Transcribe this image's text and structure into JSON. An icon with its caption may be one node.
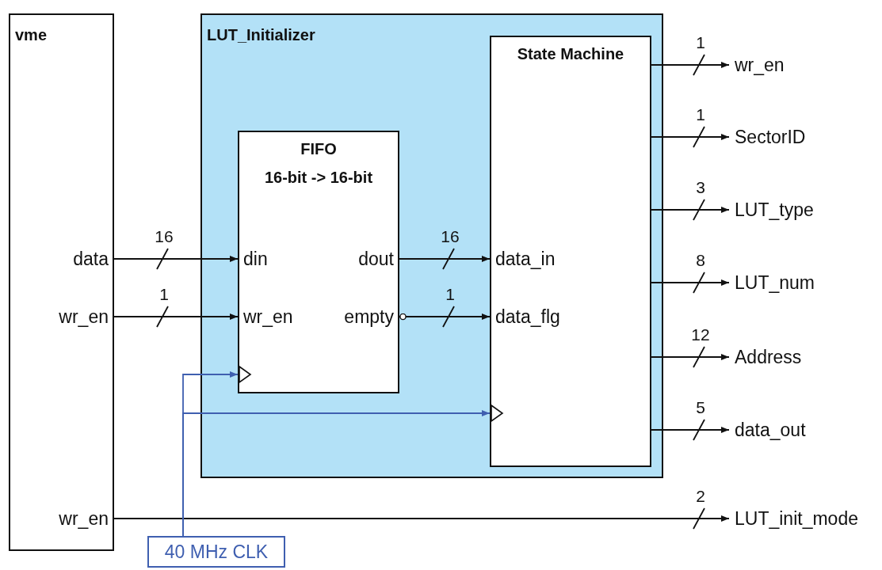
{
  "diagram": {
    "nodes": [
      {
        "text": [
          "vme"
        ]
      },
      {
        "text": [
          "data"
        ],
        "in": 0
      },
      {
        "text": [
          "wr_en"
        ],
        "in": 0
      },
      {
        "text": [
          "wr_en"
        ],
        "in": 0
      },
      {
        "text": [
          "LUT_Initializer"
        ]
      },
      {
        "text": [
          "FIFO",
          "16-bit -> 16-bit"
        ],
        "in": 4
      },
      {
        "text": [
          "din"
        ],
        "in": 5
      },
      {
        "text": [
          "wr_en"
        ],
        "in": 5
      },
      {
        "text": [
          "dout"
        ],
        "in": 5
      },
      {
        "text": [
          "empty"
        ],
        "in": 5
      },
      {
        "text": [
          "State Machine"
        ],
        "in": 4
      },
      {
        "text": [
          "data_in"
        ],
        "in": 10
      },
      {
        "text": [
          "data_flg"
        ],
        "in": 10
      },
      {
        "text": [
          "wr_en"
        ]
      },
      {
        "text": [
          "SectorID"
        ]
      },
      {
        "text": [
          "LUT_type"
        ]
      },
      {
        "text": [
          "LUT_num"
        ]
      },
      {
        "text": [
          "Address"
        ]
      },
      {
        "text": [
          "data_out"
        ]
      },
      {
        "text": [
          "LUT_init_mode"
        ]
      },
      {
        "text": [
          "40 MHz CLK"
        ]
      }
    ],
    "edges": [
      {
        "from": 1,
        "to": 6,
        "arrow": "to",
        "label": "16"
      },
      {
        "from": 2,
        "to": 7,
        "arrow": "to",
        "label": "1"
      },
      {
        "from": 8,
        "to": 11,
        "arrow": "to",
        "label": "16"
      },
      {
        "from": 9,
        "to": 12,
        "arrow": "to",
        "label": "1"
      },
      {
        "from": 10,
        "to": 13,
        "arrow": "to",
        "label": "1"
      },
      {
        "from": 10,
        "to": 14,
        "arrow": "to",
        "label": "1"
      },
      {
        "from": 10,
        "to": 15,
        "arrow": "to",
        "label": "3"
      },
      {
        "from": 10,
        "to": 16,
        "arrow": "to",
        "label": "8"
      },
      {
        "from": 10,
        "to": 17,
        "arrow": "to",
        "label": "12"
      },
      {
        "from": 10,
        "to": 18,
        "arrow": "to",
        "label": "5"
      },
      {
        "from": 3,
        "to": 19,
        "arrow": "to",
        "label": "2"
      },
      {
        "from": 20,
        "to": 5,
        "arrow": "to",
        "color": "#3f5fb0"
      },
      {
        "from": 20,
        "to": 10,
        "arrow": "to",
        "color": "#3f5fb0"
      }
    ]
  }
}
